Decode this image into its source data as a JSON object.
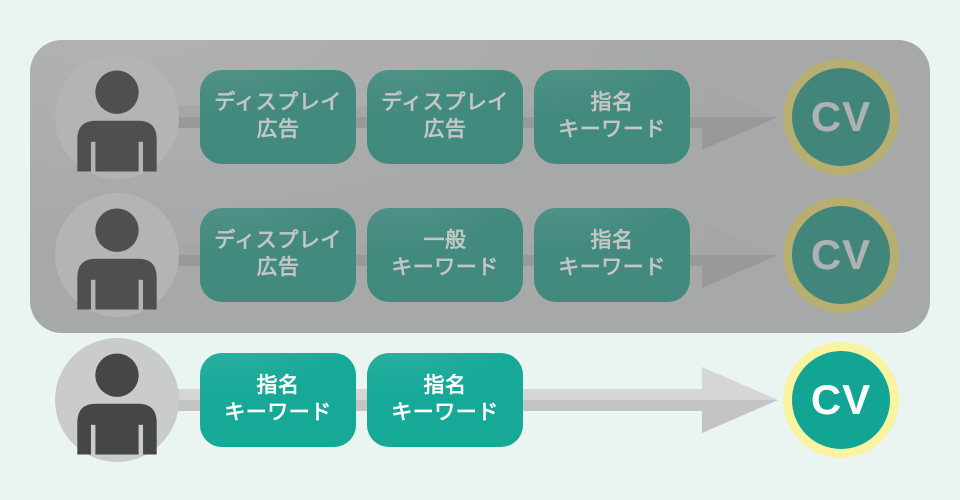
{
  "diagram": {
    "cv_label": "CV",
    "rows": [
      {
        "variant": "muted",
        "cv": "CV",
        "steps": [
          {
            "line1": "ディスプレイ",
            "line2": "広告"
          },
          {
            "line1": "ディスプレイ",
            "line2": "広告"
          },
          {
            "line1": "指名",
            "line2": "キーワード"
          }
        ]
      },
      {
        "variant": "muted",
        "cv": "CV",
        "steps": [
          {
            "line1": "ディスプレイ",
            "line2": "広告"
          },
          {
            "line1": "一般",
            "line2": "キーワード"
          },
          {
            "line1": "指名",
            "line2": "キーワード"
          }
        ]
      },
      {
        "variant": "bright",
        "cv": "CV",
        "steps": [
          {
            "line1": "指名",
            "line2": "キーワード"
          },
          {
            "line1": "指名",
            "line2": "キーワード"
          }
        ]
      }
    ],
    "colors": {
      "background": "#eaf5f1",
      "panel_overlay": "#a6a9a8",
      "teal_bright": "#16a997",
      "teal_muted": "#42897e",
      "cv_ring_bright": "#faf3a1",
      "cv_ring_muted": "#b7ae72",
      "arrow_bright": "#cdcdcd",
      "arrow_muted": "#9d9f9e",
      "text_bright": "#ffffff",
      "text_muted": "#c2c6c4",
      "person_icon": "#4e4f4f"
    }
  }
}
